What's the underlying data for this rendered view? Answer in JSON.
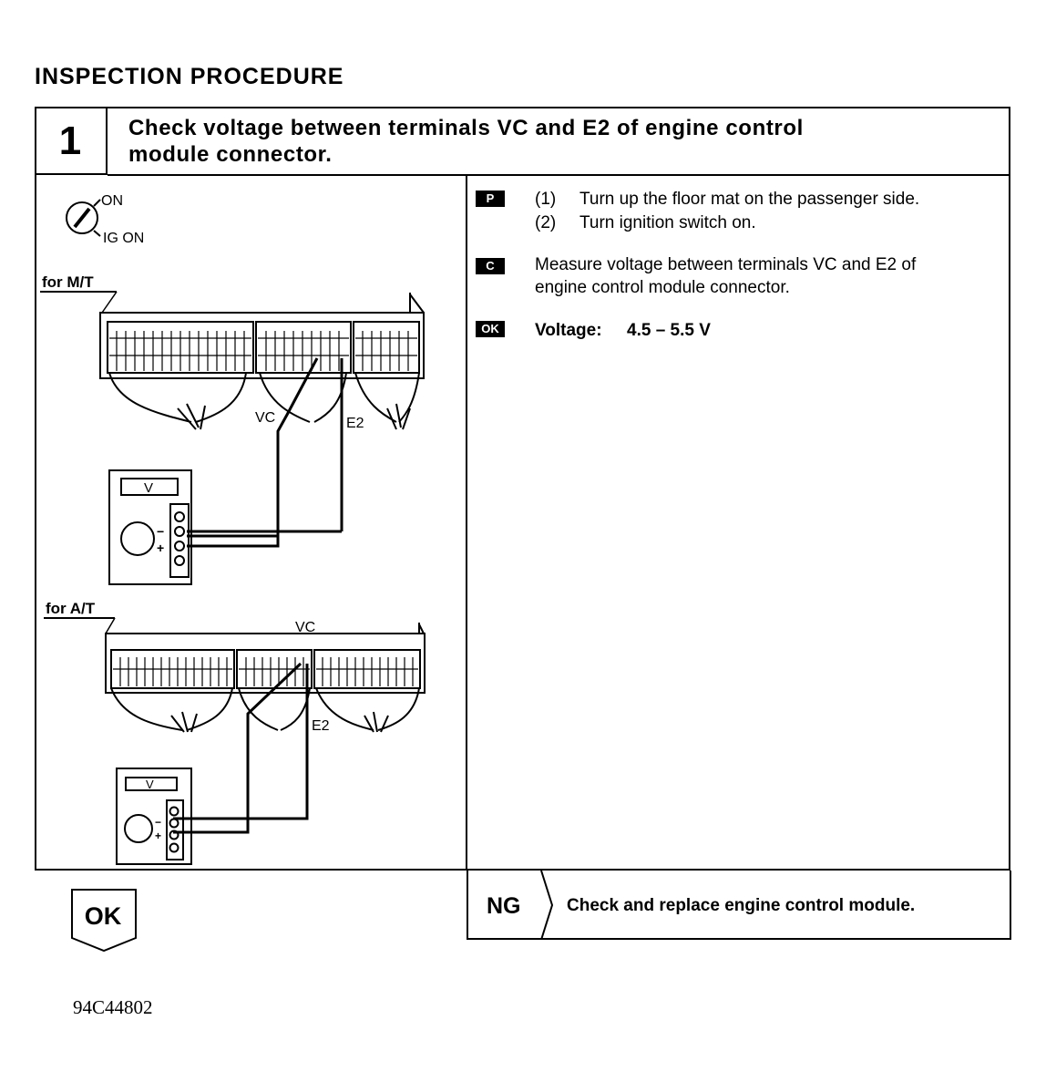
{
  "heading": "INSPECTION PROCEDURE",
  "step": {
    "number": "1",
    "title_line1": "Check voltage between terminals VC and E2 of engine control",
    "title_line2": "module connector."
  },
  "figure": {
    "ignition_on": "ON",
    "ignition_ig_on": "IG ON",
    "mt_label": "for M/T",
    "at_label": "for A/T",
    "vc_label": "VC",
    "e2_label": "E2",
    "meter_v": "V",
    "minus": "−",
    "plus": "+"
  },
  "instructions": {
    "prep_tag": "P",
    "prep_1_num": "(1)",
    "prep_1_text": "Turn up the floor mat on the passenger side.",
    "prep_2_num": "(2)",
    "prep_2_text": "Turn ignition switch on.",
    "check_tag": "C",
    "check_line1": "Measure voltage between terminals VC and E2 of",
    "check_line2": "engine control module connector.",
    "ok_tag": "OK",
    "ok_label": "Voltage:",
    "ok_value": "4.5 – 5.5 V"
  },
  "result": {
    "ok": "OK",
    "ng": "NG",
    "ng_action": "Check and replace engine control module."
  },
  "figure_code": "94C44802"
}
